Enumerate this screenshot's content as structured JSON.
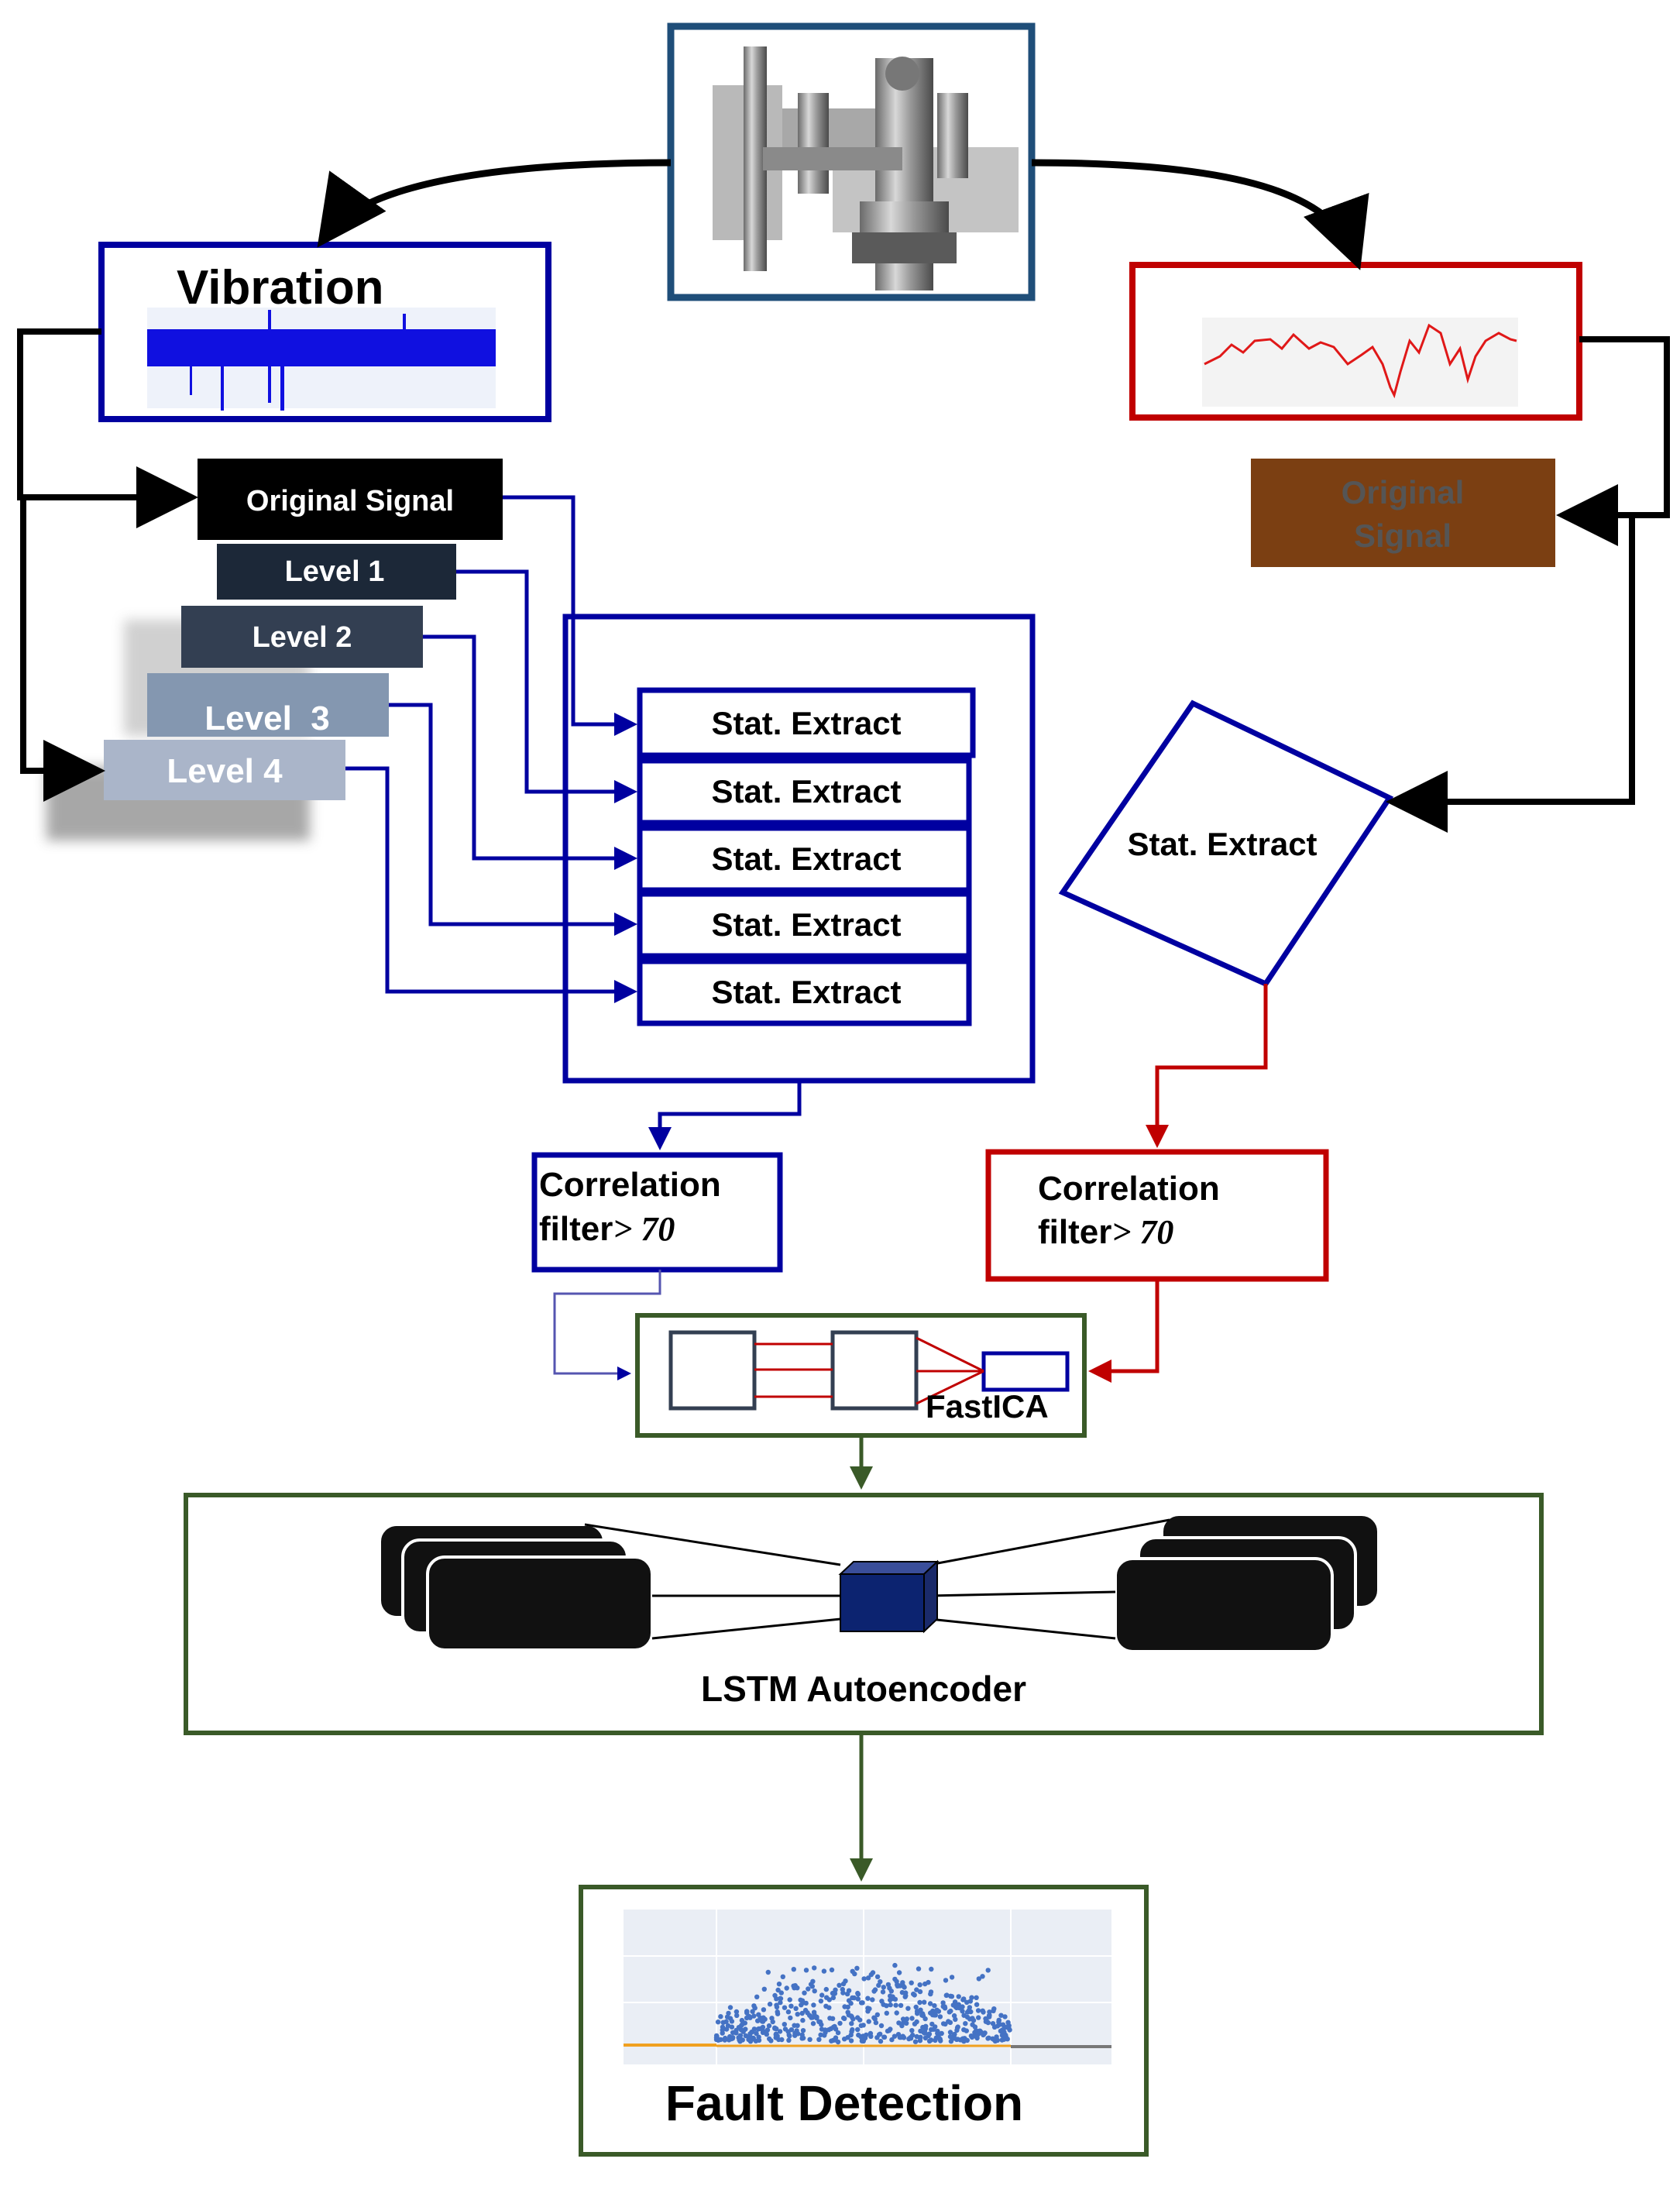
{
  "vibration": {
    "title": "Vibration"
  },
  "decomposition": {
    "original": "Original Signal",
    "level1": "Level 1",
    "level2": "Level 2",
    "level3": "Level  3",
    "level4": "Level 4"
  },
  "acoustic": {
    "original_line1": "Original",
    "original_line2": "Signal"
  },
  "stat_extract": {
    "label": "Stat. Extract"
  },
  "correlation": {
    "left_line1": "Correlation",
    "left_line2": "filter",
    "left_threshold": "> 70",
    "right_line1": "Correlation",
    "right_line2": "filter",
    "right_threshold": "> 70"
  },
  "fastica": {
    "label": "FastICA"
  },
  "lstm": {
    "label": "LSTM Autoencoder"
  },
  "fault": {
    "label": "Fault Detection"
  },
  "colors": {
    "blue": "#0000A0",
    "red": "#C00000",
    "green": "#3A5A28",
    "dark_teal_box": "#1F4E79",
    "brown": "#7B3F12",
    "vib_signal": "#1010E0",
    "acoustic_signal": "#E01818",
    "scatter": "#4472C4",
    "baseline": "#F0A020"
  }
}
